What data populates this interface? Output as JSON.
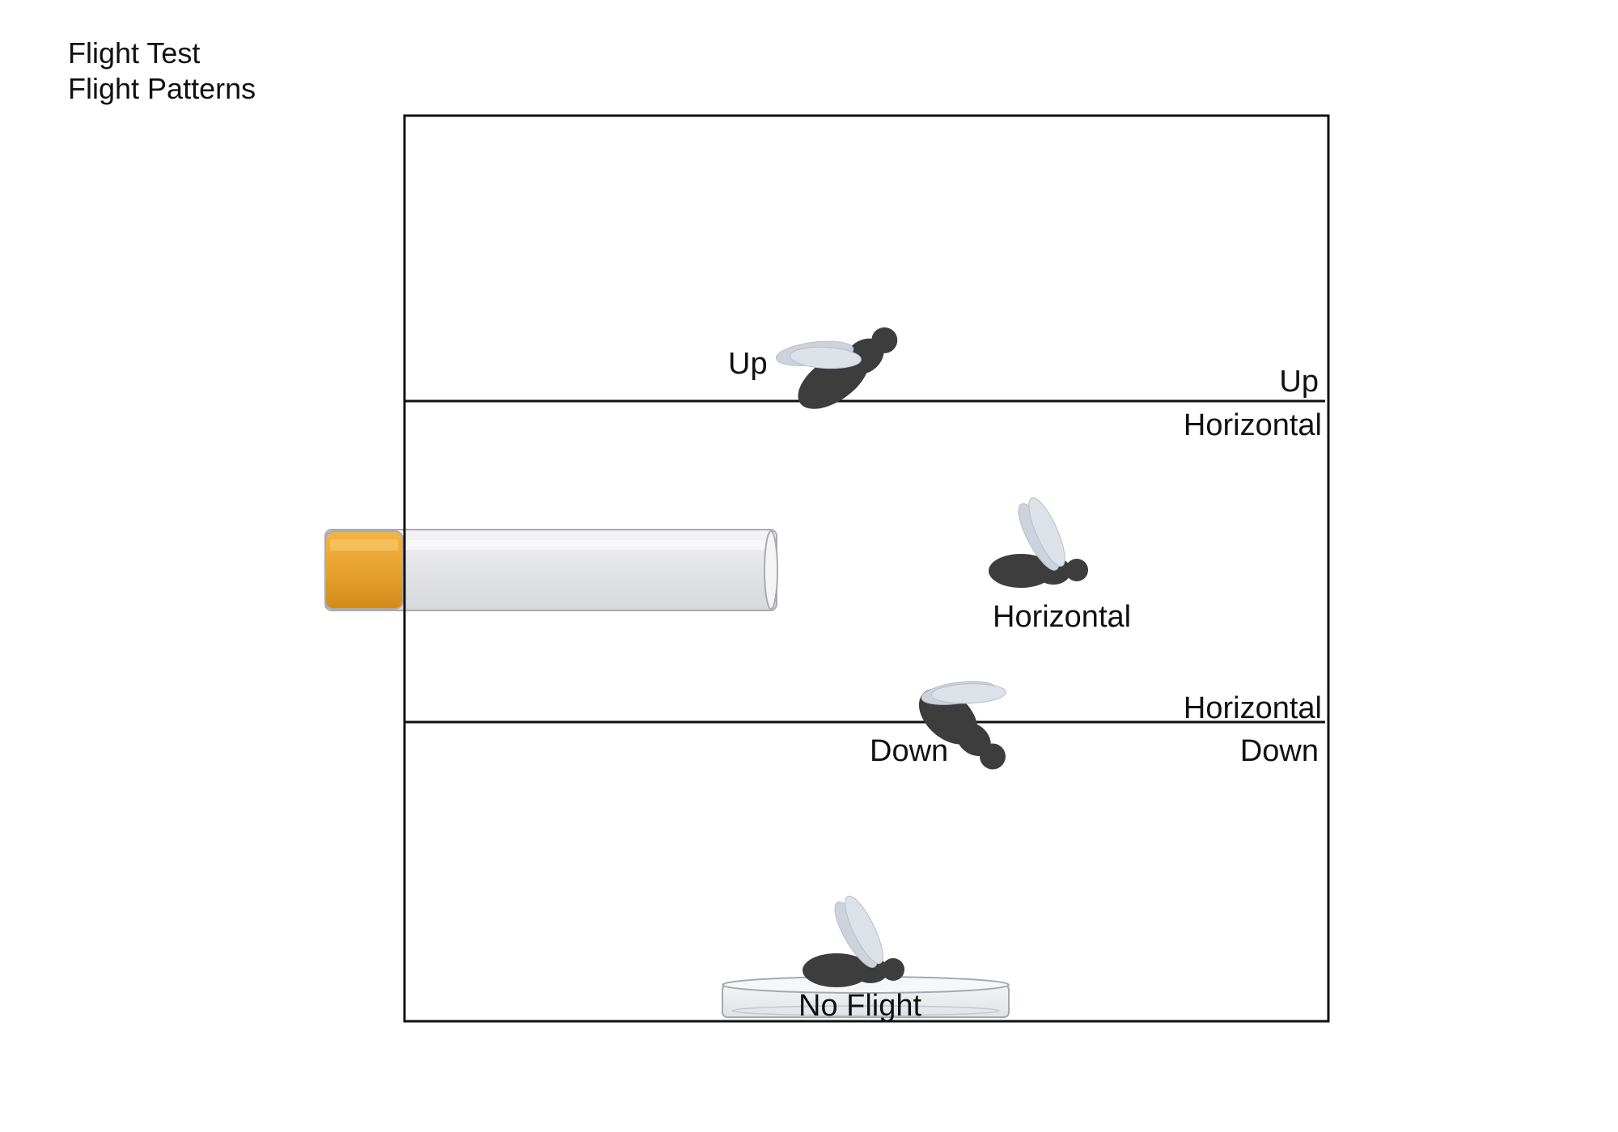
{
  "header": {
    "title": "Flight Test",
    "subtitle": "Flight Patterns"
  },
  "zones": {
    "upper_boundary": {
      "above_label": "Up",
      "below_label": "Horizontal"
    },
    "lower_boundary": {
      "above_label": "Horizontal",
      "below_label": "Down"
    }
  },
  "flies": {
    "up": {
      "label": "Up"
    },
    "horizontal": {
      "label": "Horizontal"
    },
    "down": {
      "label": "Down"
    },
    "no_flight": {
      "label": "No Flight"
    }
  },
  "colors": {
    "fly_body": "#3d3d3d",
    "fly_wing": "#cdd2dc",
    "tube_cap": "#e8a22c",
    "tube_glass": "#e6e6e8",
    "frame": "#111111"
  }
}
